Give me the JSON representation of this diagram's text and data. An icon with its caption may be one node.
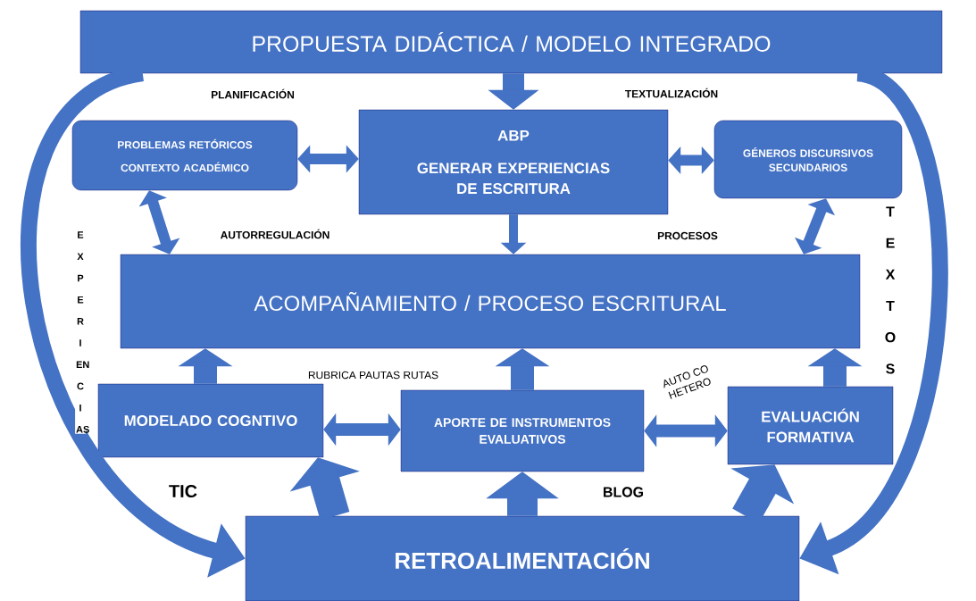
{
  "diagram": {
    "nodes": [
      {
        "text": [
          "PROPUESTA DIDÁCTICA / MODELO INTEGRADO"
        ]
      },
      {
        "text": [
          "PROBLEMAS RETÓRICOS",
          "CONTEXTO ACADÉMICO"
        ]
      },
      {
        "text": [
          "ABP",
          "GENERAR EXPERIENCIAS DE ESCRITURA"
        ]
      },
      {
        "text": [
          "GÉNEROS DISCURSIVOS SECUNDARIOS"
        ]
      },
      {
        "text": [
          "ACOMPAÑAMIENTO / PROCESO ESCRITURAL"
        ]
      },
      {
        "text": [
          "MODELADO COGNTIVO"
        ]
      },
      {
        "text": [
          "APORTE DE INSTRUMENTOS EVALUATIVOS"
        ]
      },
      {
        "text": [
          "EVALUACIÓN FORMATIVA"
        ]
      },
      {
        "text": [
          "RETROALIMENTACIÓN"
        ]
      }
    ],
    "edges": [
      {
        "from": 0,
        "to": 2,
        "arrow": "to"
      },
      {
        "from": 1,
        "to": 2,
        "arrow": "both"
      },
      {
        "from": 2,
        "to": 3,
        "arrow": "both"
      },
      {
        "from": 1,
        "to": 4,
        "arrow": "both"
      },
      {
        "from": 3,
        "to": 4,
        "arrow": "both"
      },
      {
        "from": 2,
        "to": 4,
        "arrow": "to"
      },
      {
        "from": 5,
        "to": 4,
        "arrow": "to"
      },
      {
        "from": 6,
        "to": 4,
        "arrow": "to"
      },
      {
        "from": 7,
        "to": 4,
        "arrow": "to"
      },
      {
        "from": 5,
        "to": 6,
        "arrow": "both"
      },
      {
        "from": 6,
        "to": 7,
        "arrow": "both"
      },
      {
        "from": 8,
        "to": 5,
        "arrow": "to",
        "style": "thick"
      },
      {
        "from": 8,
        "to": 6,
        "arrow": "to",
        "style": "thick"
      },
      {
        "from": 8,
        "to": 7,
        "arrow": "to",
        "style": "thick"
      },
      {
        "from": 0,
        "to": 8,
        "arrow": "to"
      },
      {
        "from": 0,
        "to": 8,
        "arrow": "to"
      }
    ],
    "labels": [
      "PLANIFICACIÓN",
      "TEXTUALIZACIÓN",
      "AUTORREGULACIÓN",
      "PROCESOS",
      "E X P E R I EN C I AS",
      "T E X T O S",
      "RUBRICA PAUTAS RUTAS",
      "AUTO CO HETERO",
      "TIC",
      "BLOG"
    ]
  }
}
